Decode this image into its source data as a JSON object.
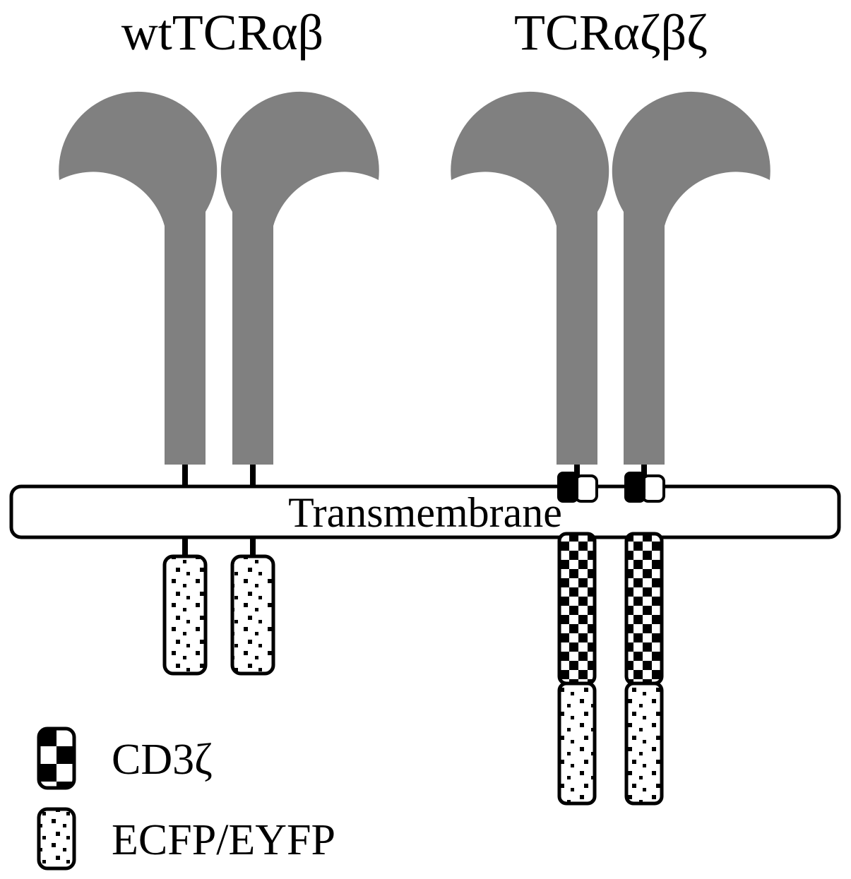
{
  "titles": {
    "left": "wtTCRαβ",
    "right": "TCRαζβζ"
  },
  "membrane": {
    "label": "Transmembrane"
  },
  "legend": {
    "items": [
      {
        "pattern": "checkerboard",
        "label": "CD3ζ"
      },
      {
        "pattern": "stippled",
        "label": "ECFP/EYFP"
      }
    ]
  },
  "colors": {
    "receptor_gray": "#808080",
    "outline": "#000000",
    "background": "#ffffff"
  }
}
